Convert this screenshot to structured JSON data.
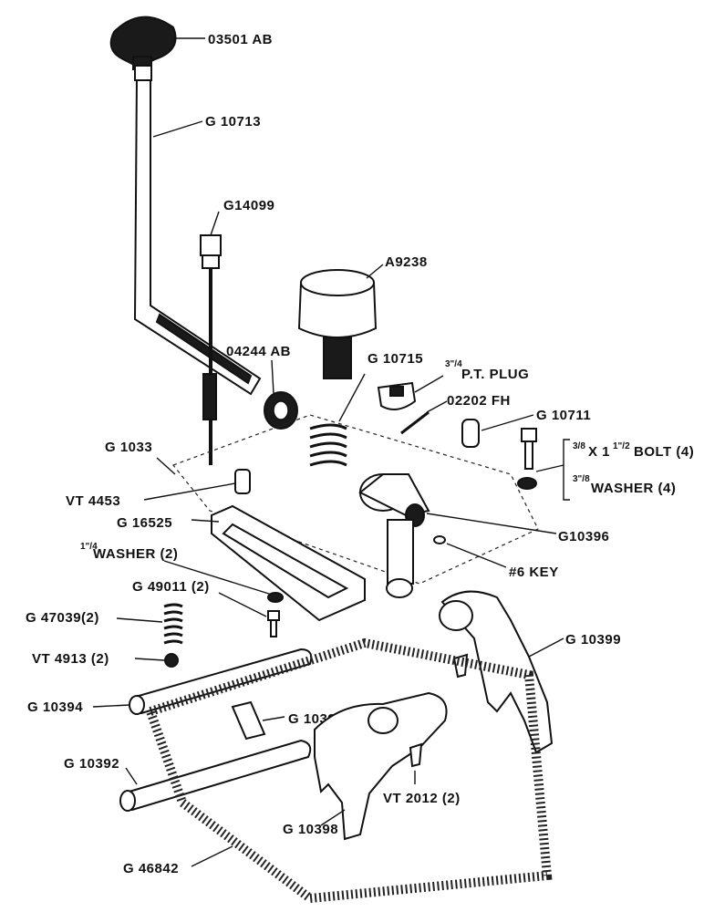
{
  "labels": {
    "knob": "03501 AB",
    "lever": "G 10713",
    "rod": "G14099",
    "cap": "A9238",
    "seal": "04244 AB",
    "spring": "G 10715",
    "plug_frac": "3\"/4",
    "plug": "P.T. PLUG",
    "pin": "02202 FH",
    "pin2": "G 10711",
    "cover": "G 1033",
    "bolt_frac1": "3/8",
    "bolt_frac2": "1\"/2",
    "bolt": "BOLT (4)",
    "bolt_x": "X 1",
    "washer_frac": "3\"/8",
    "washer": "WASHER (4)",
    "vt4453": "VT 4453",
    "plate": "G 16525",
    "shifter": "G10396",
    "key": "#6 KEY",
    "washer14_frac": "1\"/4",
    "washer14": "WASHER (2)",
    "g49011": "G 49011 (2)",
    "g47039": "G 47039(2)",
    "vt4913": "VT 4913  (2)",
    "fork1": "G 10399",
    "rail1": "G 10394",
    "dowel": "G 10391",
    "rail2": "G 10392",
    "vt2012": "VT  2012 (2)",
    "fork2": "G 10398",
    "gasket": "G 46842"
  }
}
